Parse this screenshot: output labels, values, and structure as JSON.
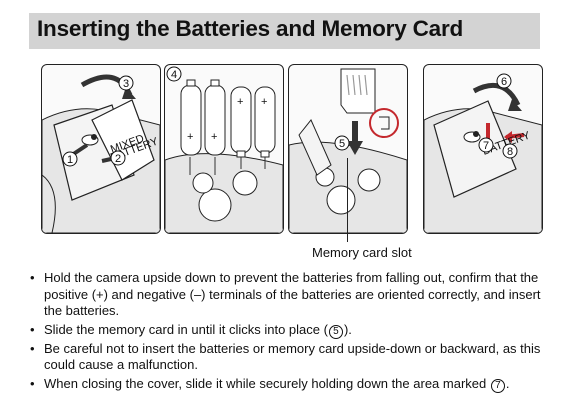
{
  "heading": "Inserting the Batteries and Memory Card",
  "figure": {
    "callouts": [
      "1",
      "2",
      "3",
      "4",
      "5",
      "6",
      "7",
      "8"
    ],
    "battery_signs": [
      "+",
      "+",
      "+",
      "+"
    ],
    "cover_label": "BATTERY",
    "cover_label_2": "MIXED",
    "slot_caption": "Memory card slot"
  },
  "instructions": {
    "b1": "Hold the camera upside down to prevent the batteries from falling out, confirm that the positive (+) and negative (–) terminals of the batteries are oriented correctly, and insert the batteries.",
    "b2_pre": "Slide the memory card in until it clicks into place (",
    "b2_ref": "5",
    "b2_post": ").",
    "b3": "Be careful not to insert the batteries or memory card upside-down or backward, as this could cause a malfunction.",
    "b4_pre": "When closing the cover, slide it while securely holding down the area marked ",
    "b4_ref": "7",
    "b4_post": "."
  }
}
